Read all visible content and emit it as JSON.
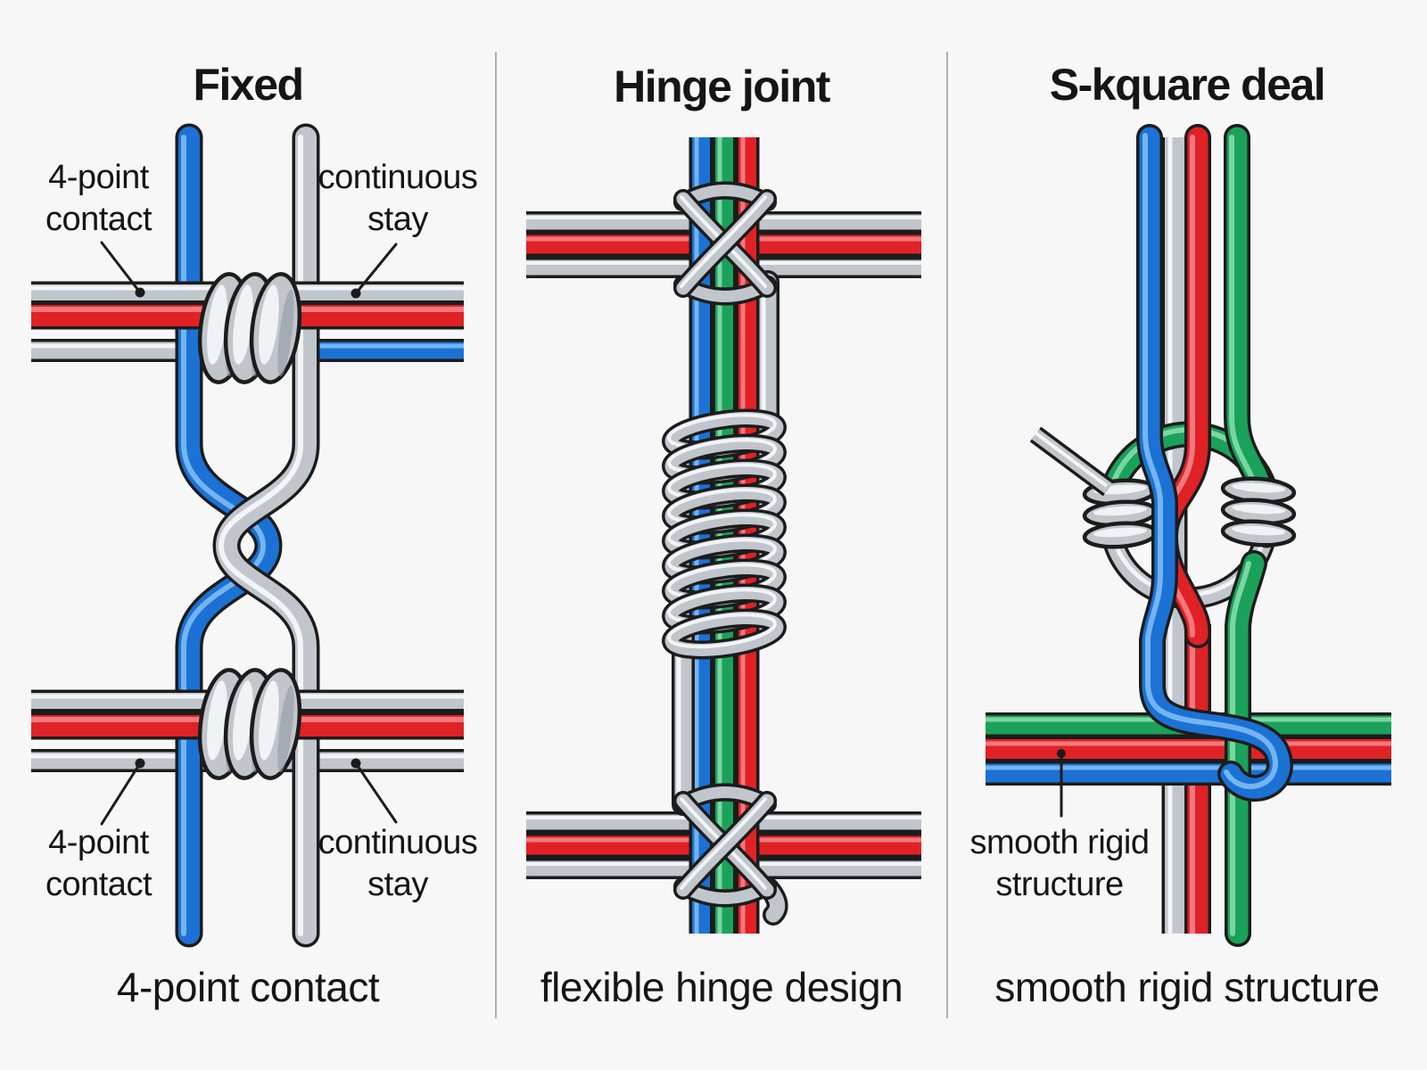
{
  "colors": {
    "background": "#f7f7f7",
    "text": "#151515",
    "outline": "#1c1c1c",
    "divider": "#aeaeae",
    "wire_blue": "#1b72d4",
    "wire_blue_hi": "#74b4f2",
    "wire_red": "#e02227",
    "wire_red_hi": "#f2787d",
    "wire_green": "#1ba25a",
    "wire_green_hi": "#79d6a3",
    "wire_gray": "#c1c6cd",
    "wire_gray_hi": "#f2f4f7",
    "wire_gray_mid": "#939aa4"
  },
  "panels": [
    {
      "title": "Fixed",
      "caption": "4-point contact",
      "labels": {
        "top_left": {
          "line1": "4-point",
          "line2": "contact"
        },
        "top_right": {
          "line1": "continuous",
          "line2": "stay"
        },
        "bottom_left": {
          "line1": "4-point",
          "line2": "contact"
        },
        "bottom_right": {
          "line1": "continuous",
          "line2": "stay"
        }
      }
    },
    {
      "title": "Hinge joint",
      "caption": "flexible hinge design"
    },
    {
      "title": "S-kquare deal",
      "caption": "smooth rigid structure",
      "labels": {
        "annotation": {
          "line1": "smooth rigid",
          "line2": "structure"
        }
      }
    }
  ]
}
